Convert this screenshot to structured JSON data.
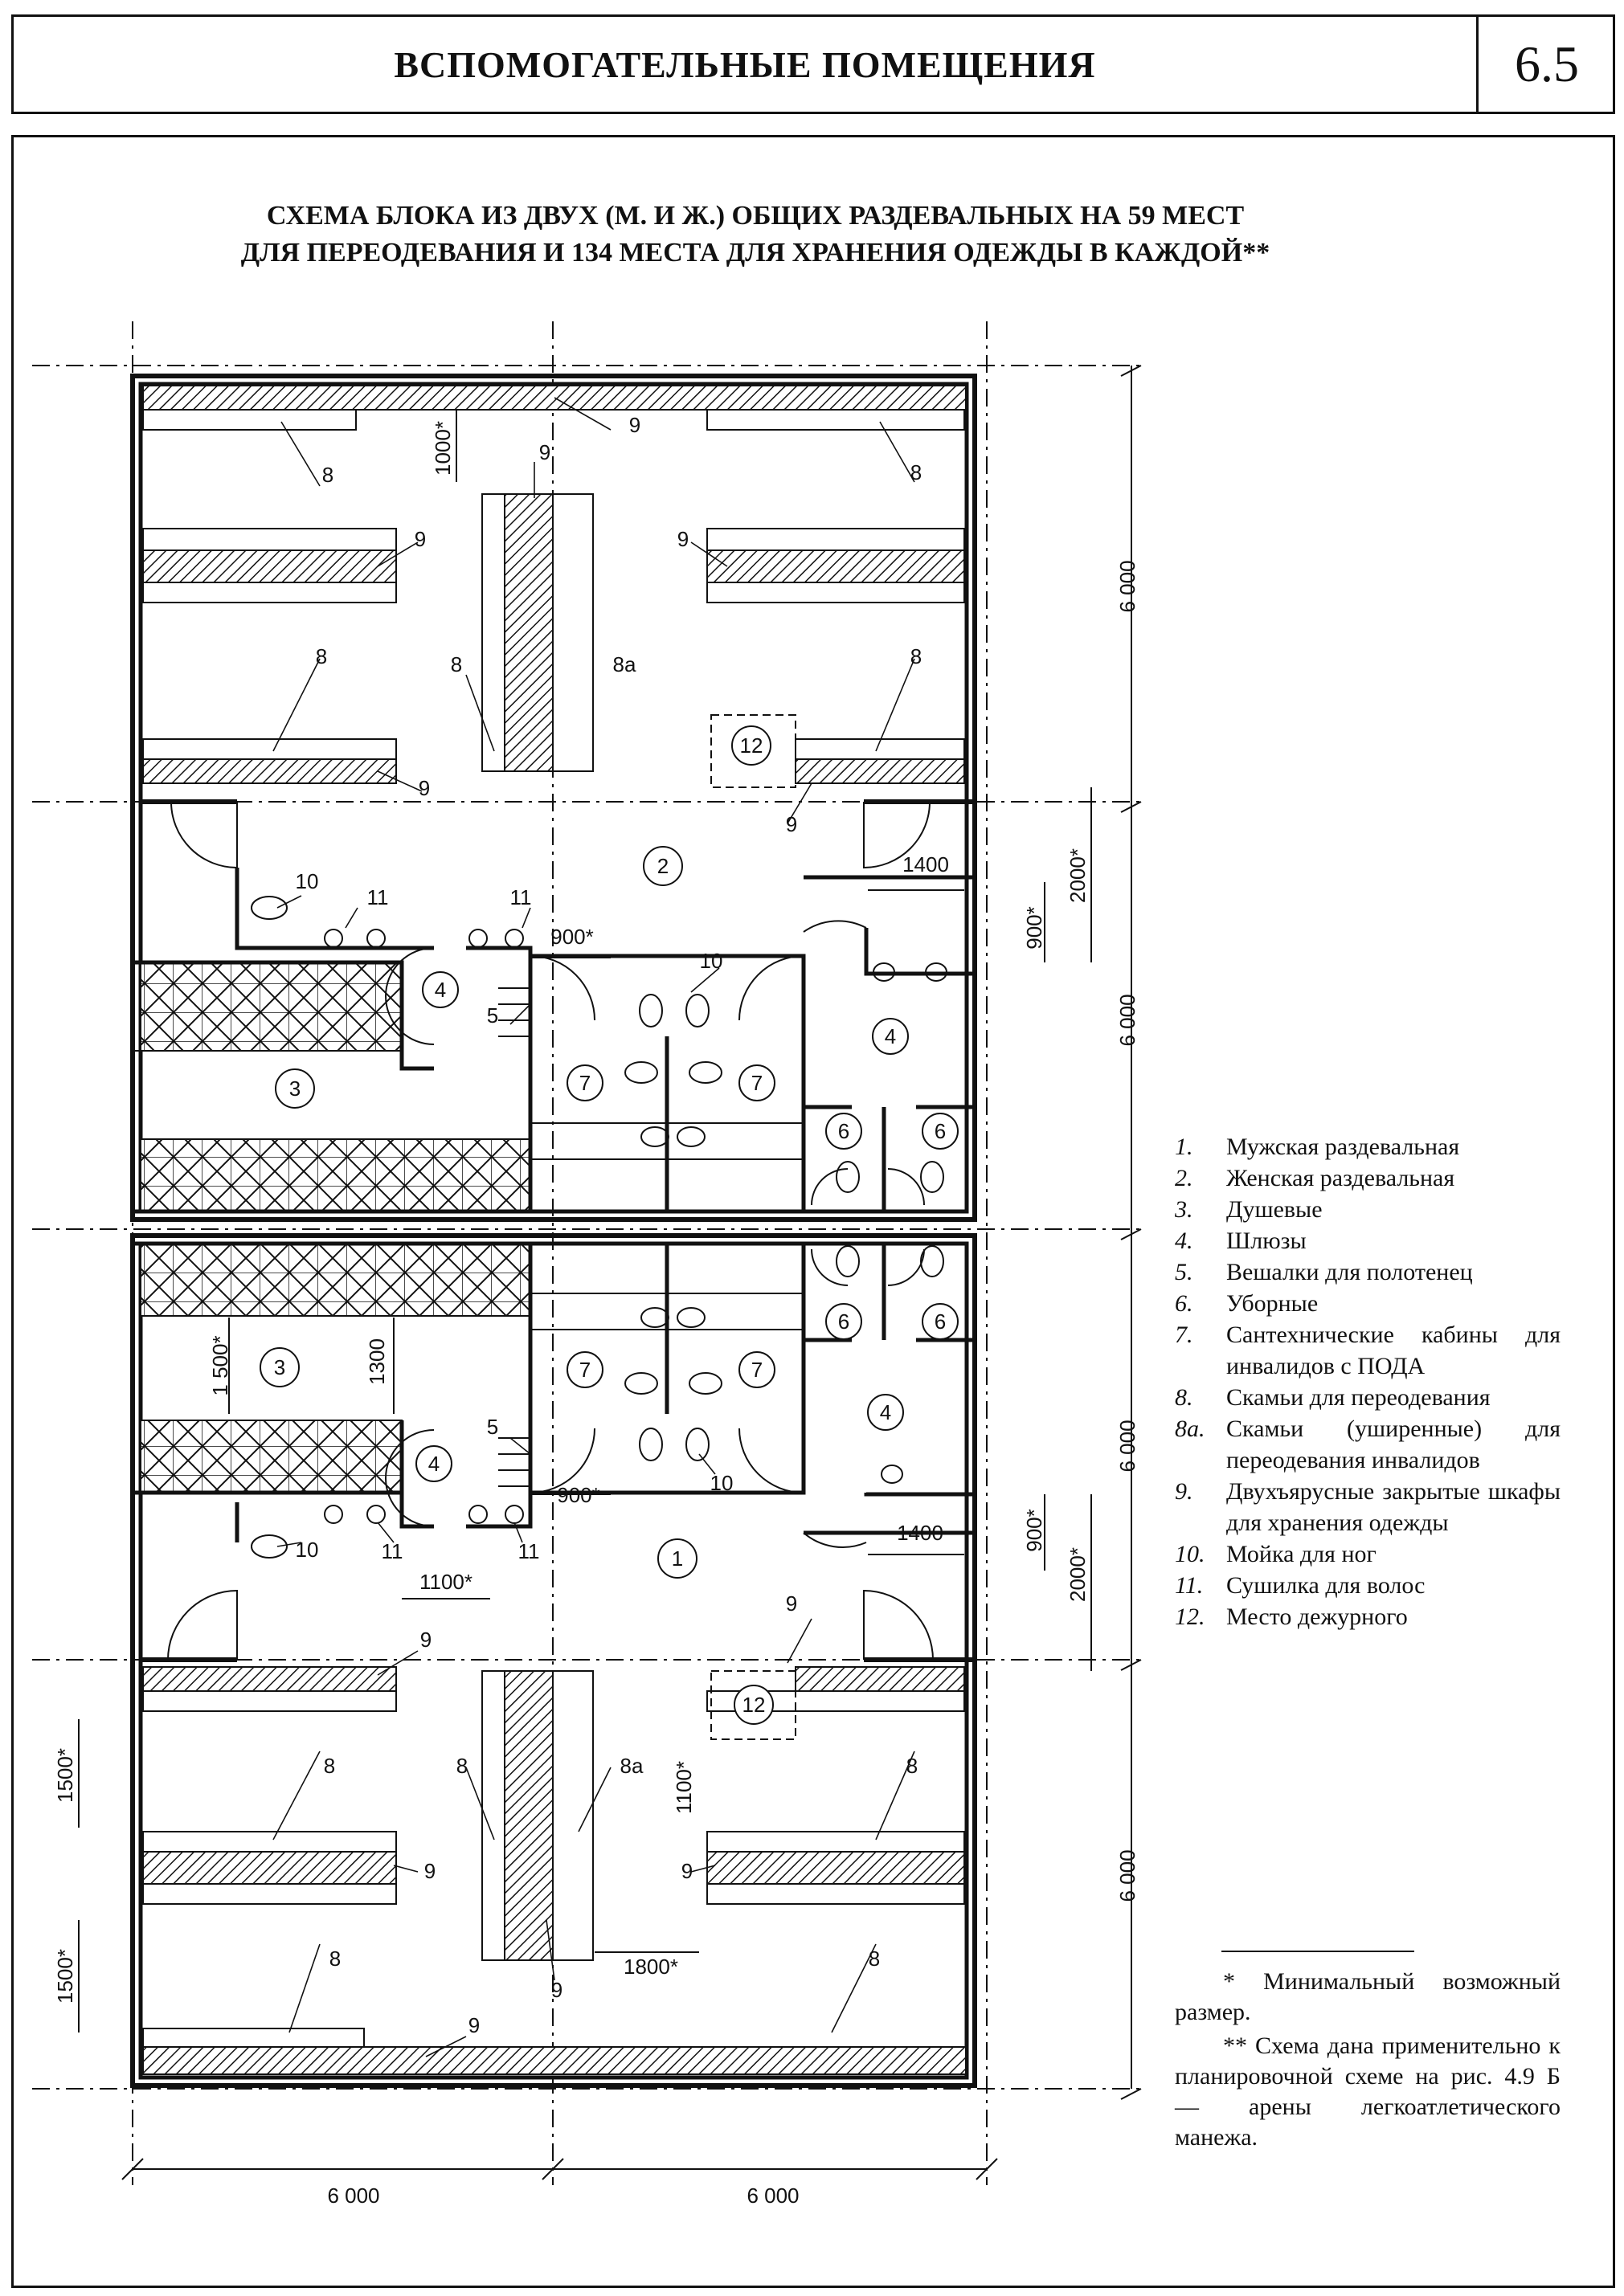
{
  "header": {
    "title": "ВСПОМОГАТЕЛЬНЫЕ ПОМЕЩЕНИЯ",
    "number": "6.5"
  },
  "diagram": {
    "title_line1": "СХЕМА БЛОКА ИЗ ДВУХ (М. И Ж.) ОБЩИХ РАЗДЕВАЛЬНЫХ НА 59 МЕСТ",
    "title_line2": "ДЛЯ ПЕРЕОДЕВАНИЯ И 134 МЕСТА ДЛЯ ХРАНЕНИЯ ОДЕЖДЫ В КАЖДОЙ**",
    "dimensions": {
      "module_6000": "6 000",
      "d1000": "1000*",
      "d1400": "1400",
      "d900": "900*",
      "d2000": "2000*",
      "d1500": "1 500*",
      "d1500b": "1500*",
      "d1300": "1300",
      "d1100": "1100*",
      "d1800": "1800*"
    },
    "labels": {
      "l1": "1",
      "l2": "2",
      "l3": "3",
      "l4": "4",
      "l5": "5",
      "l6": "6",
      "l7": "7",
      "l8": "8",
      "l8a": "8а",
      "l9": "9",
      "l10": "10",
      "l11": "11",
      "l12": "12"
    }
  },
  "legend": [
    {
      "num": "1.",
      "text": "Мужская раздевальная"
    },
    {
      "num": "2.",
      "text": "Женская раздевальная"
    },
    {
      "num": "3.",
      "text": "Душевые"
    },
    {
      "num": "4.",
      "text": "Шлюзы"
    },
    {
      "num": "5.",
      "text": "Вешалки для полотенец"
    },
    {
      "num": "6.",
      "text": "Уборные"
    },
    {
      "num": "7.",
      "text": "Сантехнические кабины для инвалидов с ПОДА"
    },
    {
      "num": "8.",
      "text": "Скамьи для переодевания"
    },
    {
      "num": "8а.",
      "text": "Скамьи (уширенные) для переодевания инвалидов"
    },
    {
      "num": "9.",
      "text": "Двухъярусные закрытые шкафы для хранения одежды"
    },
    {
      "num": "10.",
      "text": "Мойка для ног"
    },
    {
      "num": "11.",
      "text": "Сушилка для волос"
    },
    {
      "num": "12.",
      "text": "Место дежурного"
    }
  ],
  "notes": {
    "note1": "* Минимальный возможный размер.",
    "note2": "** Схема дана применительно к планировочной схеме на рис. 4.9 Б — арены легкоатлетического манежа."
  }
}
